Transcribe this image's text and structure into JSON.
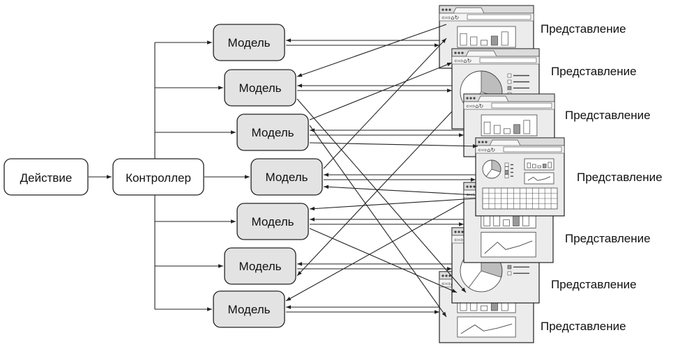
{
  "action": {
    "label": "Действие"
  },
  "controller": {
    "label": "Контроллер"
  },
  "models": [
    {
      "label": "Модель"
    },
    {
      "label": "Модель"
    },
    {
      "label": "Модель"
    },
    {
      "label": "Модель"
    },
    {
      "label": "Модель"
    },
    {
      "label": "Модель"
    },
    {
      "label": "Модель"
    }
  ],
  "views": [
    {
      "label": "Представление",
      "widgets": [
        "bar-chart"
      ]
    },
    {
      "label": "Представление",
      "widgets": [
        "pie-chart",
        "legend-list"
      ]
    },
    {
      "label": "Представление",
      "widgets": [
        "bar-chart"
      ]
    },
    {
      "label": "Представление",
      "widgets": [
        "pie-chart",
        "legend-list",
        "bar-chart",
        "line-chart",
        "data-grid"
      ]
    },
    {
      "label": "Представление",
      "widgets": [
        "bar-chart",
        "line-chart"
      ]
    },
    {
      "label": "Представление",
      "widgets": [
        "pie-chart",
        "legend-list"
      ]
    },
    {
      "label": "Представление",
      "widgets": [
        "bar-chart",
        "line-chart"
      ]
    }
  ],
  "colors": {
    "model_fill": "#e3e3e3",
    "window_fill": "#ececec",
    "stroke": "#222222"
  }
}
